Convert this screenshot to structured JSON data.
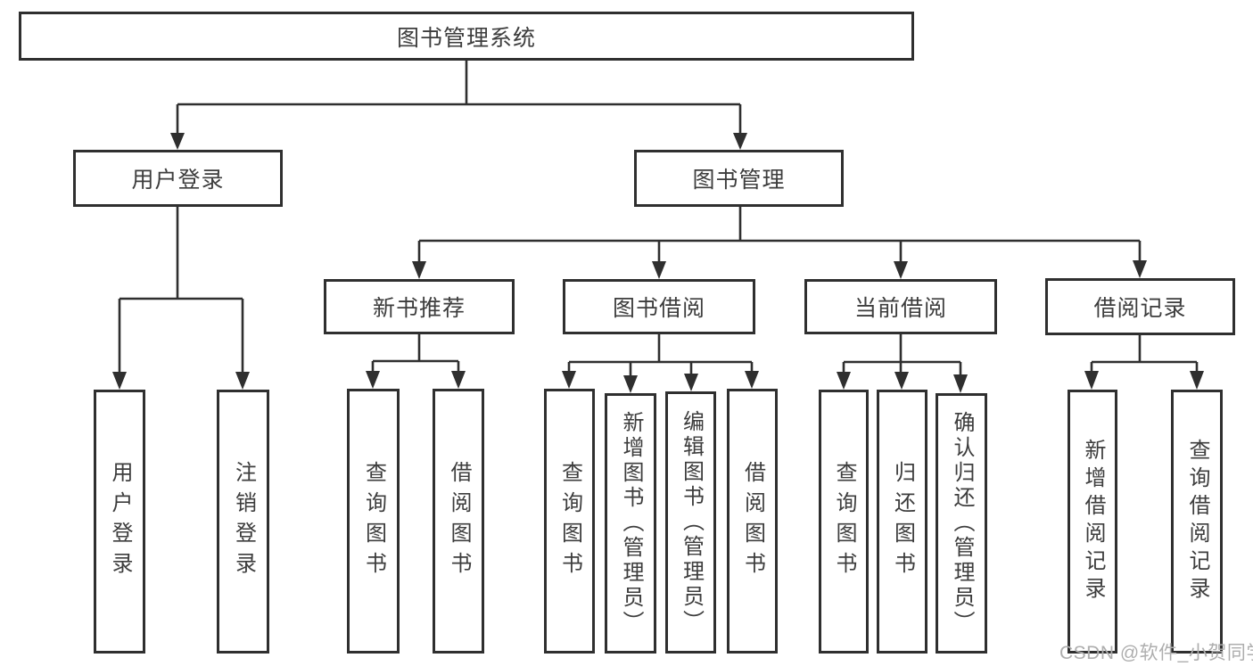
{
  "diagram": {
    "title": "图书管理系统",
    "watermark": "CSDN @软件_小贺同学",
    "colors": {
      "line": "#2f2f2f",
      "box_border": "#2f2f2f",
      "text": "#3d3d3d",
      "background": "#ffffff",
      "watermark": "#aeaeae"
    }
  },
  "nodes": {
    "root": {
      "label": "图书管理系统"
    },
    "user_login": {
      "label": "用户登录"
    },
    "book_mgmt": {
      "label": "图书管理"
    },
    "leaf_user_login": {
      "label": "用户登录"
    },
    "leaf_logout": {
      "label": "注销登录"
    },
    "new_book_rec": {
      "label": "新书推荐"
    },
    "book_borrow": {
      "label": "图书借阅"
    },
    "current_borrow": {
      "label": "当前借阅"
    },
    "borrow_record": {
      "label": "借阅记录"
    },
    "nbr_query": {
      "label": "查询图书"
    },
    "nbr_borrow": {
      "label": "借阅图书"
    },
    "bb_query": {
      "label": "查询图书"
    },
    "bb_add": {
      "label": "新增图书（管理员）"
    },
    "bb_edit": {
      "label": "编辑图书（管理员）"
    },
    "bb_borrow": {
      "label": "借阅图书"
    },
    "cb_query": {
      "label": "查询图书"
    },
    "cb_return": {
      "label": "归还图书"
    },
    "cb_confirm": {
      "label": "确认归还（管理员）"
    },
    "br_add": {
      "label": "新增借阅记录"
    },
    "br_query": {
      "label": "查询借阅记录"
    }
  }
}
